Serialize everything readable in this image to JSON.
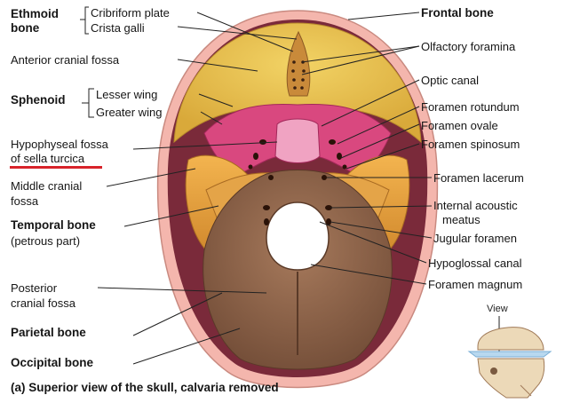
{
  "labels_left": {
    "ethmoid": "Ethmoid\nbone",
    "cribriform": "Cribriform plate",
    "crista": "Crista galli",
    "anterior": "Anterior cranial fossa",
    "sphenoid": "Sphenoid",
    "lesser_wing": "Lesser wing",
    "greater_wing": "Greater wing",
    "hypophyseal_1": "Hypophyseal fossa",
    "hypophyseal_2": "of sella turcica",
    "middle_1": "Middle cranial",
    "middle_2": "fossa",
    "temporal_1": "Temporal bone",
    "temporal_2": "(petrous part)",
    "posterior_1": "Posterior",
    "posterior_2": "cranial fossa",
    "parietal": "Parietal bone",
    "occipital": "Occipital bone"
  },
  "labels_right": {
    "frontal": "Frontal bone",
    "olfactory": "Olfactory foramina",
    "optic": "Optic canal",
    "rotundum": "Foramen rotundum",
    "ovale": "Foramen ovale",
    "spinosum": "Foramen spinosum",
    "lacerum": "Foramen lacerum",
    "acoustic_1": "Internal acoustic",
    "acoustic_2": "meatus",
    "jugular": "Jugular foramen",
    "hypoglossal": "Hypoglossal canal",
    "magnum": "Foramen magnum"
  },
  "inset": {
    "view_label": "View"
  },
  "caption": "(a) Superior view of the skull, calvaria removed",
  "colors": {
    "frontal": "#e8c24a",
    "sphenoid": "#d8457f",
    "temporal": "#e8a640",
    "occipital": "#8a5f45",
    "parietal_rim": "#f0a9a0",
    "underline": "#d8232a"
  }
}
